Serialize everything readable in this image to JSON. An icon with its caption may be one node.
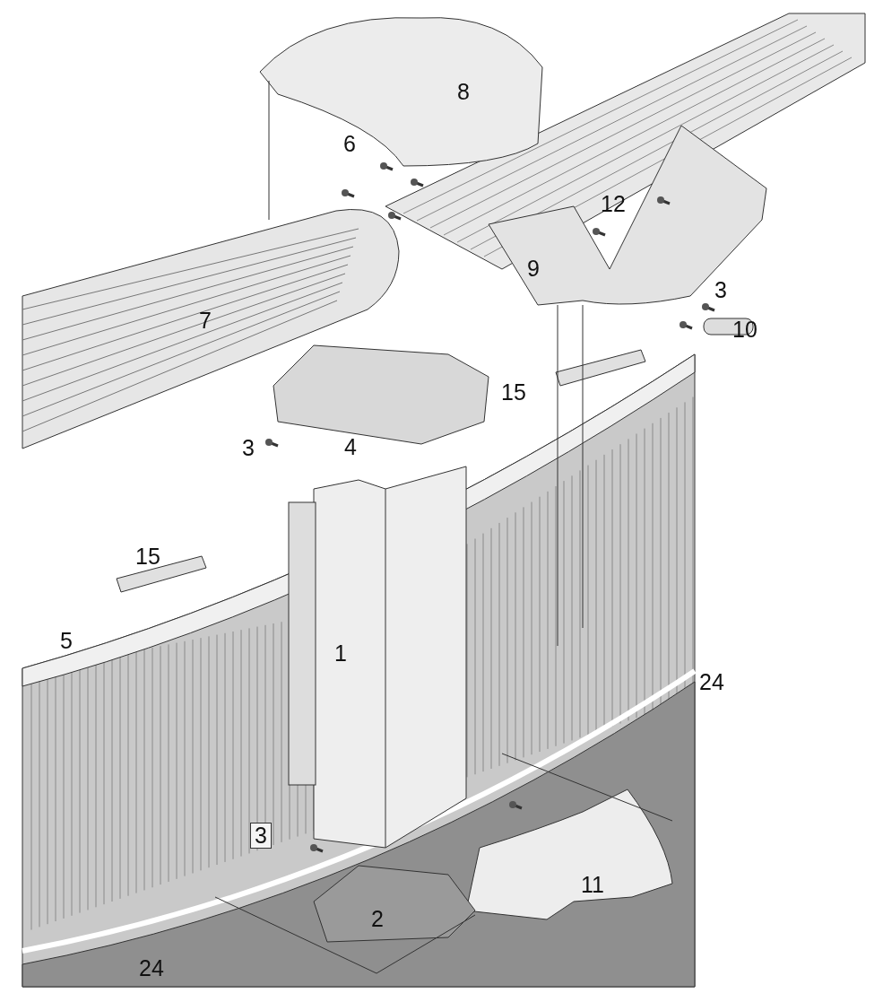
{
  "diagram": {
    "labels": [
      "8",
      "6",
      "12",
      "9",
      "3",
      "10",
      "7",
      "15",
      "3",
      "4",
      "15",
      "5",
      "1",
      "24",
      "3",
      "11",
      "2",
      "24"
    ]
  }
}
